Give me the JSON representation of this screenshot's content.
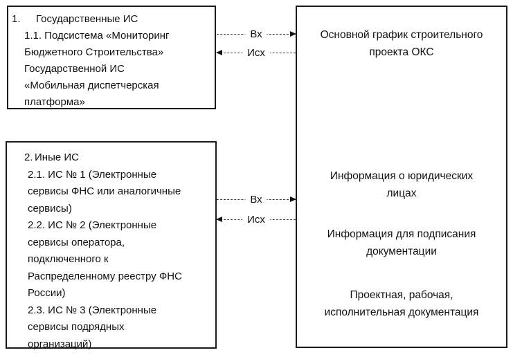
{
  "diagram": {
    "left_boxes": [
      {
        "number": "1.",
        "title": "Государственные ИС",
        "body": "1.1. Подсистема «Мониторинг\nБюджетного Строительства»\nГосударственной ИС\n«Мобильная диспетчерская\nплатформа»"
      },
      {
        "number": "2.",
        "title": "Иные ИС",
        "body": "2.1. ИС № 1 (Электронные\nсервисы ФНС или аналогичные\nсервисы)\n2.2. ИС № 2 (Электронные\nсервисы оператора,\nподключенного к\nРаспределенному реестру ФНС\nРоссии)\n2.3. ИС № 3 (Электронные\nсервисы подрядных\nорганизаций)"
      }
    ],
    "right_box": {
      "items": [
        "Основной график строительного\nпроекта ОКС",
        "Информация о юридических\nлицах",
        "Информация для подписания\nдокументации",
        "Проектная, рабочая,\nисполнительная документация"
      ]
    },
    "connectors": [
      {
        "in_label": "Вх",
        "out_label": "Исх"
      },
      {
        "in_label": "Вх",
        "out_label": "Исх"
      }
    ],
    "colors": {
      "text": "#111111",
      "border": "#1a1a1a",
      "background": "#ffffff"
    }
  }
}
